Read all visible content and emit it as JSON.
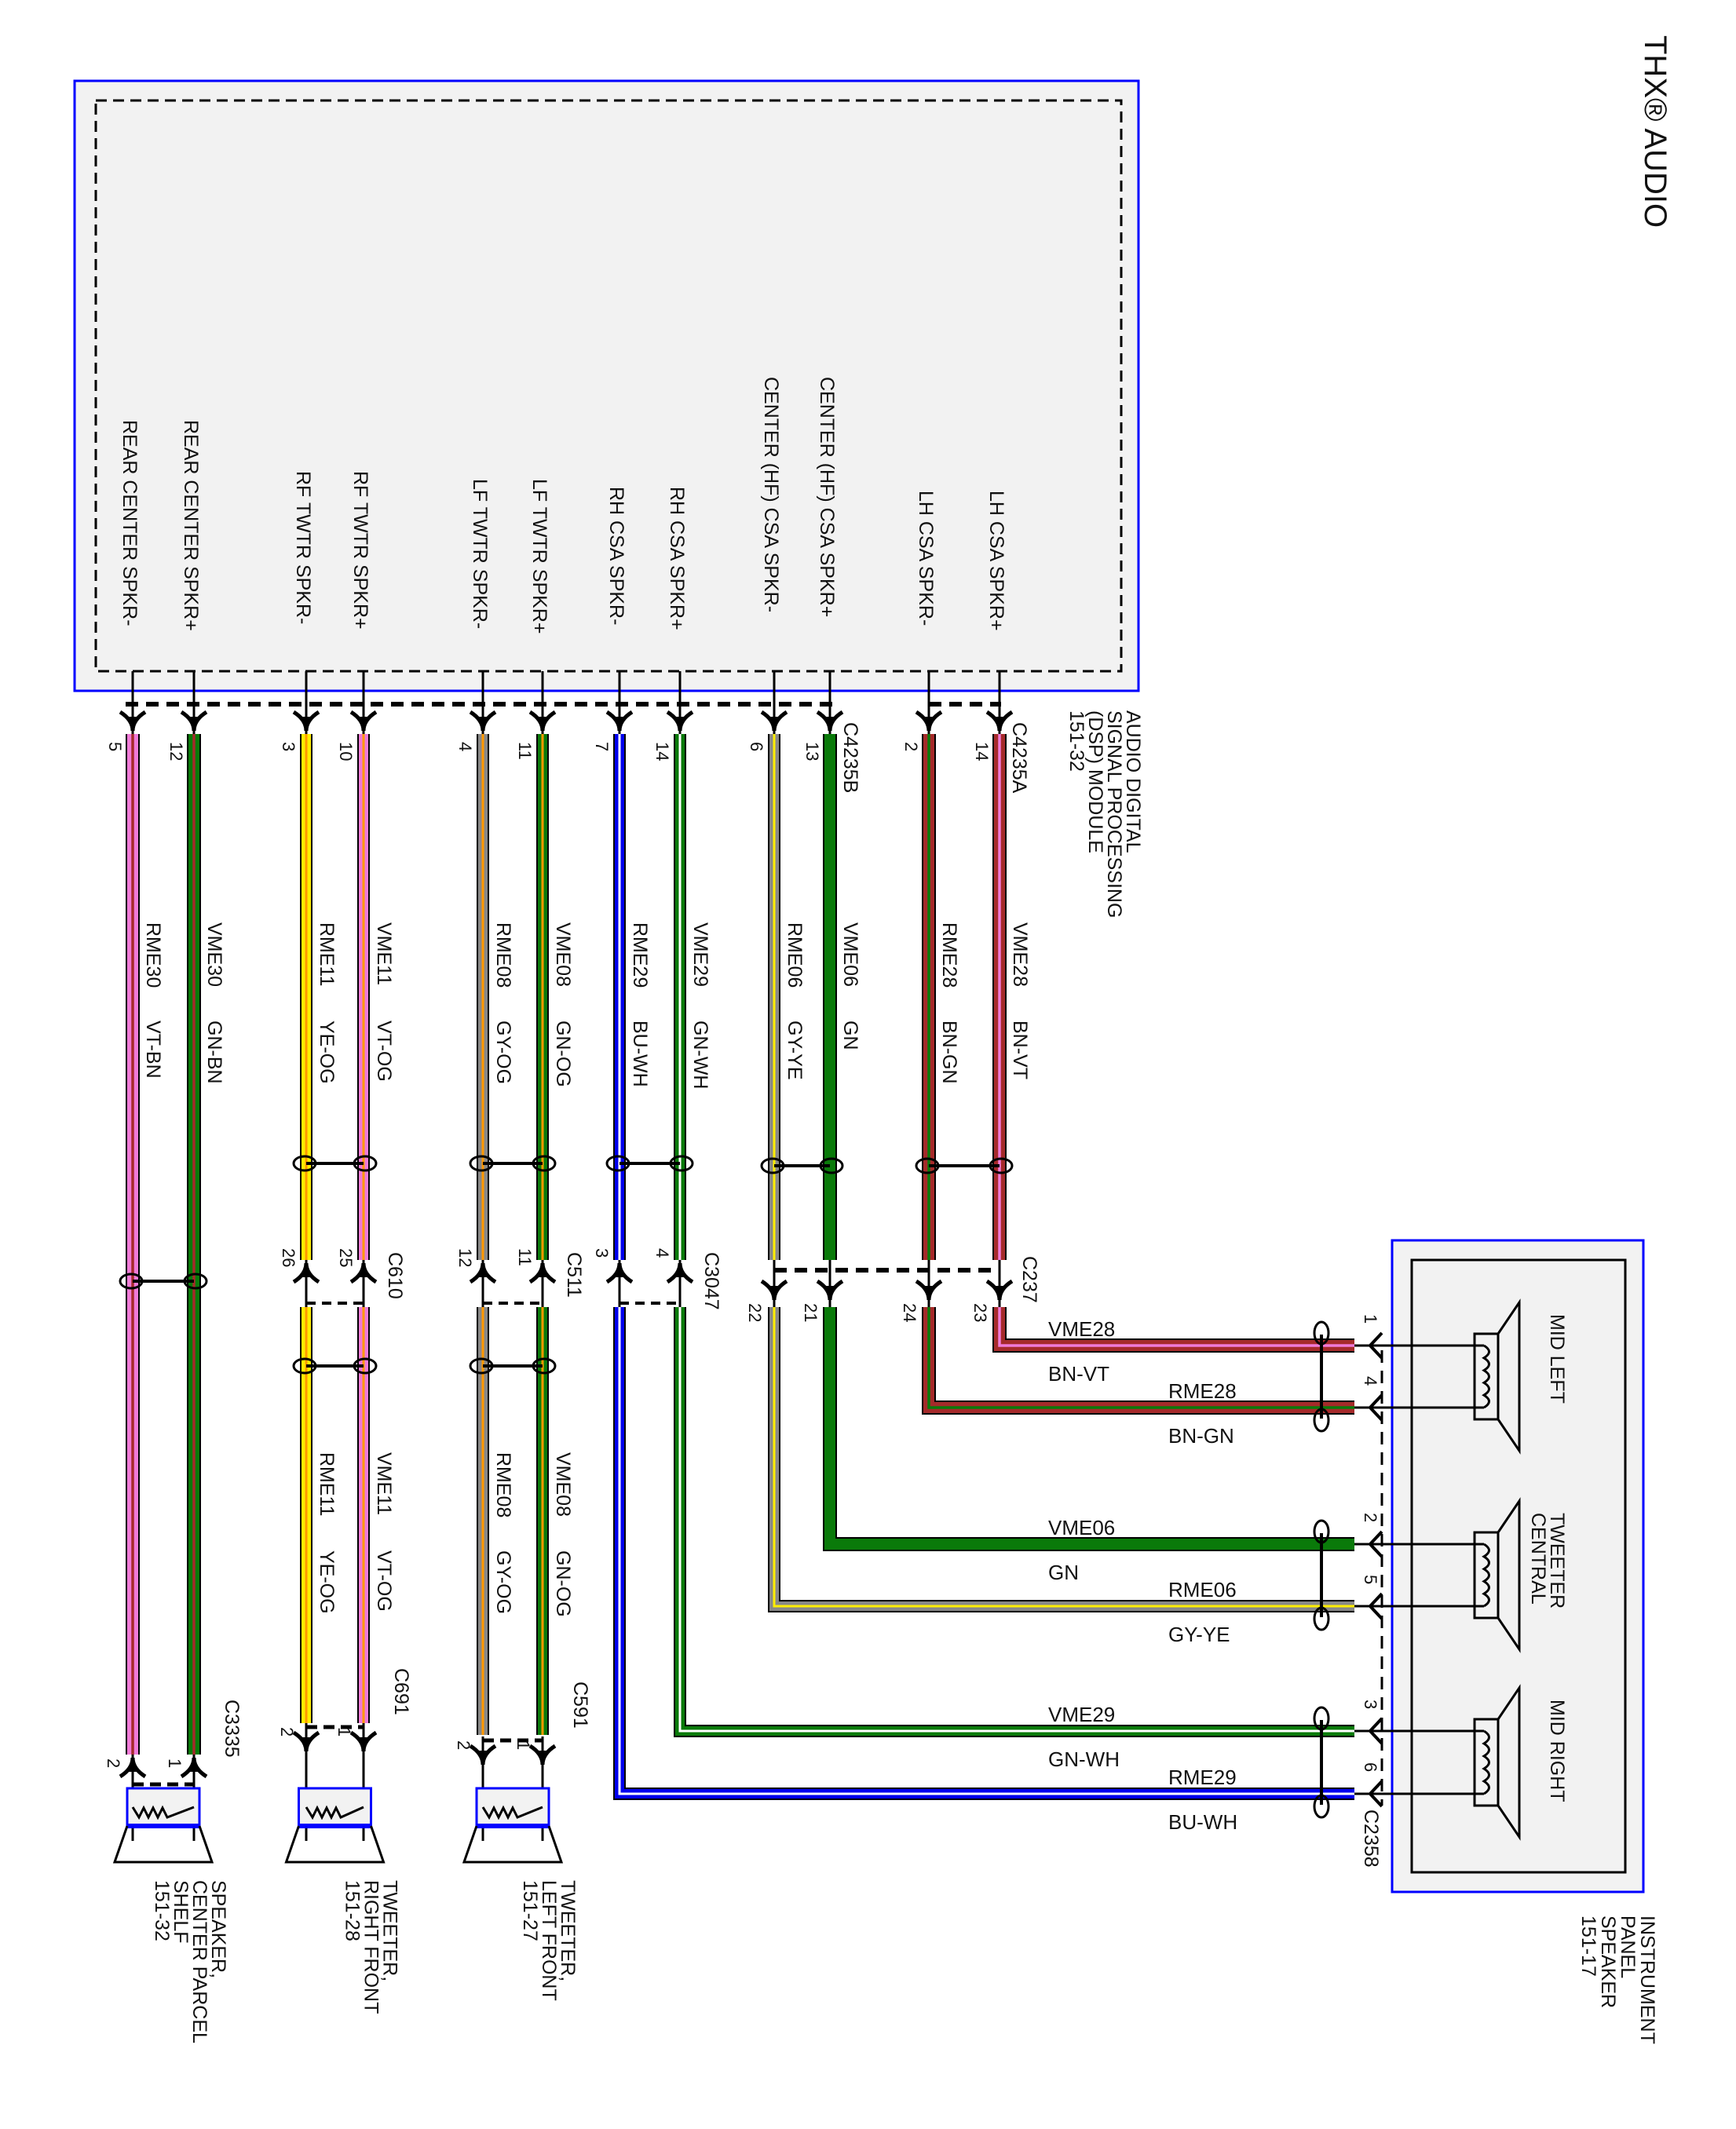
{
  "title": "THX® AUDIO",
  "module": {
    "name_lines": [
      "AUDIO DIGITAL",
      "SIGNAL PROCESSING",
      "(DSP) MODULE",
      "151-32"
    ],
    "connectors": [
      "C4235A",
      "C4235B"
    ],
    "pins": [
      {
        "label": "REAR CENTER SPKR-",
        "pin": "5",
        "circuit": "RME30",
        "color": "VT-BN",
        "base": "#f07ad8",
        "stripe": "#a52a2a"
      },
      {
        "label": "REAR CENTER SPKR+",
        "pin": "12",
        "circuit": "VME30",
        "color": "GN-BN",
        "base": "#0a7a0a",
        "stripe": "#a52a2a"
      },
      {
        "label": "RF TWTR SPKR-",
        "pin": "3",
        "circuit": "RME11",
        "color": "YE-OG",
        "base": "#ffee00",
        "stripe": "#ff9900"
      },
      {
        "label": "RF TWTR SPKR+",
        "pin": "10",
        "circuit": "VME11",
        "color": "VT-OG",
        "base": "#f07ad8",
        "stripe": "#ff9900"
      },
      {
        "label": "LF TWTR SPKR-",
        "pin": "4",
        "circuit": "RME08",
        "color": "GY-OG",
        "base": "#888888",
        "stripe": "#ff9900"
      },
      {
        "label": "LF TWTR SPKR+",
        "pin": "11",
        "circuit": "VME08",
        "color": "GN-OG",
        "base": "#0a7a0a",
        "stripe": "#ff9900"
      },
      {
        "label": "RH CSA SPKR-",
        "pin": "7",
        "circuit": "RME29",
        "color": "BU-WH",
        "base": "#0000ee",
        "stripe": "#ffffff"
      },
      {
        "label": "RH CSA SPKR+",
        "pin": "14",
        "circuit": "VME29",
        "color": "GN-WH",
        "base": "#0a7a0a",
        "stripe": "#ffffff"
      },
      {
        "label": "CENTER (HF) CSA SPKR-",
        "pin": "6",
        "circuit": "RME06",
        "color": "GY-YE",
        "base": "#888888",
        "stripe": "#ffee00"
      },
      {
        "label": "CENTER (HF) CSA SPKR+",
        "pin": "13",
        "circuit": "VME06",
        "color": "GN",
        "base": "#0a7a0a",
        "stripe": "#0a7a0a"
      },
      {
        "label": "LH CSA SPKR-",
        "pin": "2",
        "circuit": "RME28",
        "color": "BN-GN",
        "base": "#a52a2a",
        "stripe": "#0a7a0a"
      },
      {
        "label": "LH CSA SPKR+",
        "pin": "14",
        "circuit": "VME28",
        "color": "BN-VT",
        "base": "#a52a2a",
        "stripe": "#f07ad8"
      }
    ]
  },
  "inline_connectors": [
    {
      "name": "C610",
      "pins": [
        "26",
        "25"
      ]
    },
    {
      "name": "C511",
      "pins": [
        "12",
        "11"
      ]
    },
    {
      "name": "C3047",
      "pins": [
        "3",
        "4"
      ]
    },
    {
      "name": "C237",
      "pins": [
        "22",
        "21",
        "24",
        "23"
      ]
    }
  ],
  "speaker_connectors": [
    {
      "name": "C3335",
      "pins": [
        "2",
        "1"
      ]
    },
    {
      "name": "C691",
      "pins": [
        "2",
        "1"
      ]
    },
    {
      "name": "C591",
      "pins": [
        "2",
        "1"
      ]
    }
  ],
  "speakers": [
    {
      "id": "center-parcel",
      "lines": [
        "SPEAKER,",
        "CENTER PARCEL",
        "SHELF",
        "151-32"
      ]
    },
    {
      "id": "tweeter-rf",
      "lines": [
        "TWEETER,",
        "RIGHT FRONT",
        "151-28"
      ]
    },
    {
      "id": "tweeter-lf",
      "lines": [
        "TWEETER,",
        "LEFT FRONT",
        "151-27"
      ]
    }
  ],
  "ip_speaker": {
    "lines": [
      "INSTRUMENT",
      "PANEL",
      "SPEAKER",
      "151-17"
    ],
    "connector": "C2358",
    "elements": [
      {
        "label": "MID LEFT",
        "pins": [
          "1",
          "4"
        ]
      },
      {
        "label_lines": [
          "TWEETER",
          "CENTRAL"
        ],
        "pins": [
          "2",
          "5"
        ]
      },
      {
        "label": "MID RIGHT",
        "pins": [
          "3",
          "6"
        ]
      }
    ],
    "wires": [
      {
        "pin": "1",
        "circuit": "VME28",
        "color": "BN-VT"
      },
      {
        "pin": "4",
        "circuit": "RME28",
        "color": "BN-GN"
      },
      {
        "pin": "2",
        "circuit": "VME06",
        "color": "GN"
      },
      {
        "pin": "5",
        "circuit": "RME06",
        "color": "GY-YE"
      },
      {
        "pin": "3",
        "circuit": "VME29",
        "color": "GN-WH"
      },
      {
        "pin": "6",
        "circuit": "RME29",
        "color": "BU-WH"
      }
    ]
  },
  "colors": {
    "box_border": "#0000ff",
    "box_fill": "#f2f2f2"
  }
}
